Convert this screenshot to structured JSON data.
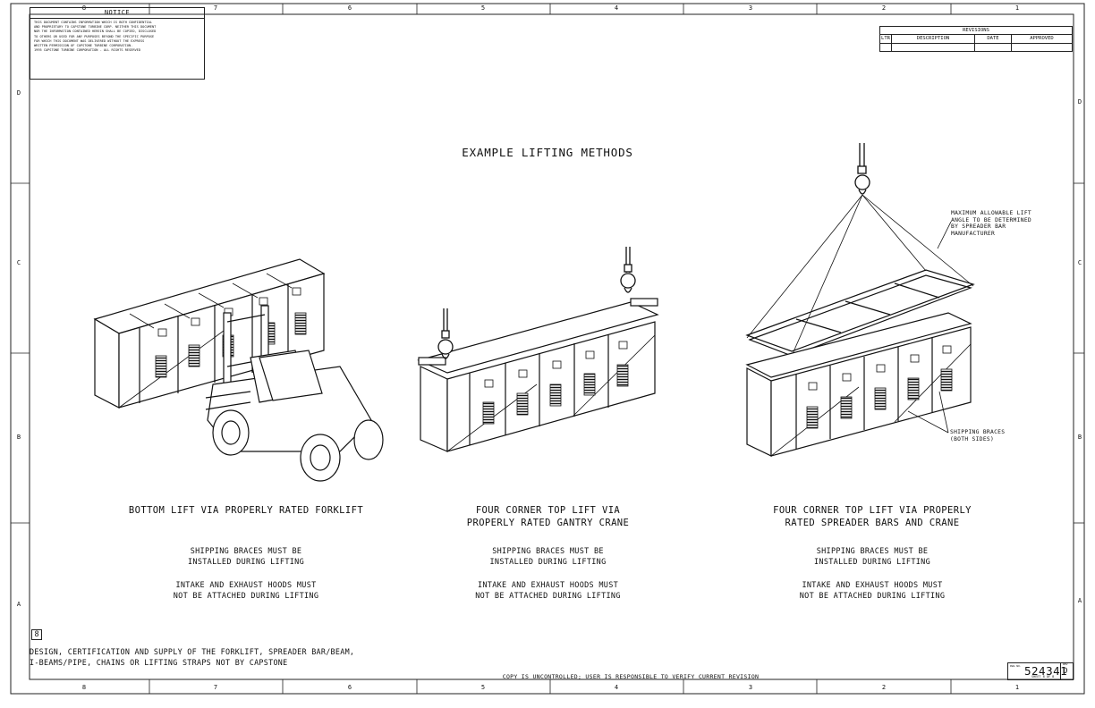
{
  "zones": {
    "columns": [
      "8",
      "7",
      "6",
      "5",
      "4",
      "3",
      "2",
      "1"
    ],
    "rows": [
      "D",
      "C",
      "B",
      "A"
    ]
  },
  "notice": {
    "title": "NOTICE",
    "text": "THIS DOCUMENT CONTAINS INFORMATION WHICH IS BOTH CONFIDENTIAL\nAND PROPRIETARY TO CAPSTONE TURBINE CORP.  NEITHER THIS DOCUMENT\nNOR THE INFORMATION CONTAINED HEREIN SHALL BE COPIED, DISCLOSED\nTO OTHERS OR USED FOR ANY PURPOSES BEYOND THE SPECIFIC PURPOSE\nFOR WHICH THIS DOCUMENT WAS DELIVERED WITHOUT THE EXPRESS\nWRITTEN PERMISSION OF CAPSTONE TURBINE CORPORATION.\n1995 CAPSTONE TURBINE CORPORATION - ALL RIGHTS RESERVED"
  },
  "revisions": {
    "title": "REVISIONS",
    "ltr": "LTR",
    "description": "DESCRIPTION",
    "date": "DATE",
    "approved": "APPROVED"
  },
  "title": "EXAMPLE LIFTING METHODS",
  "methods": [
    {
      "caption": "BOTTOM LIFT VIA PROPERLY RATED FORKLIFT",
      "note1": "SHIPPING BRACES MUST BE\nINSTALLED DURING LIFTING",
      "note2": "INTAKE AND EXHAUST HOODS MUST\nNOT BE ATTACHED DURING LIFTING"
    },
    {
      "caption": "FOUR CORNER TOP LIFT VIA\nPROPERLY RATED GANTRY CRANE",
      "note1": "SHIPPING BRACES MUST BE\nINSTALLED DURING LIFTING",
      "note2": "INTAKE AND EXHAUST HOODS MUST\nNOT BE ATTACHED DURING LIFTING"
    },
    {
      "caption": "FOUR CORNER TOP LIFT VIA PROPERLY\nRATED SPREADER BARS AND CRANE",
      "note1": "SHIPPING BRACES MUST BE\nINSTALLED DURING LIFTING",
      "note2": "INTAKE AND EXHAUST HOODS MUST\nNOT BE ATTACHED DURING LIFTING"
    }
  ],
  "callouts": {
    "lift_angle": "MAXIMUM ALLOWABLE LIFT\nANGLE TO BE DETERMINED\nBY SPREADER BAR\nMANUFACTURER",
    "shipping_braces": "SHIPPING BRACES\n(BOTH SIDES)"
  },
  "flag_note": {
    "number": "8",
    "text": "DESIGN, CERTIFICATION AND SUPPLY OF THE FORKLIFT, SPREADER BAR/BEAM,\nI-BEAMS/PIPE, CHAINS OR LIFTING STRAPS NOT BY CAPSTONE"
  },
  "copy_note": "COPY IS UNCONTROLLED; USER IS RESPONSIBLE TO VERIFY CURRENT REVISION",
  "title_block": {
    "dwg_label": "DWG NO.",
    "drawing_number": "524341",
    "rev_label": "REV",
    "rev_letter": "D",
    "sheet_line": "SHEET  8  OF  8"
  }
}
